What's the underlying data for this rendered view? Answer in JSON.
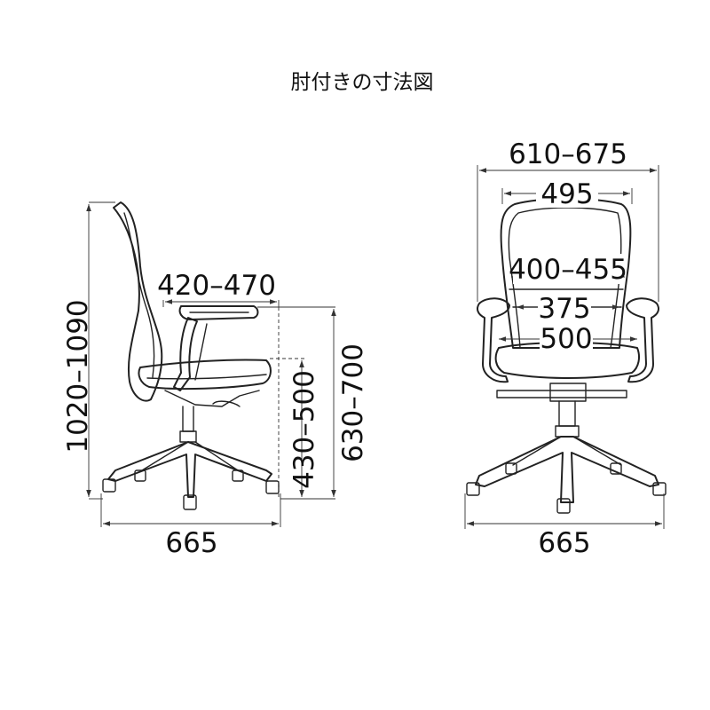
{
  "title": "肘付きの寸法図",
  "side_view": {
    "dim_total_height": "1020–1090",
    "dim_arm_depth": "420–470",
    "dim_seat_height": "430–500",
    "dim_arm_height": "630–700",
    "dim_base_width": "665"
  },
  "front_view": {
    "dim_overall_width": "610–675",
    "dim_back_width": "495",
    "dim_arm_inner_width": "400–455",
    "dim_back_lower_width": "375",
    "dim_seat_width": "500",
    "dim_base_width": "665"
  }
}
